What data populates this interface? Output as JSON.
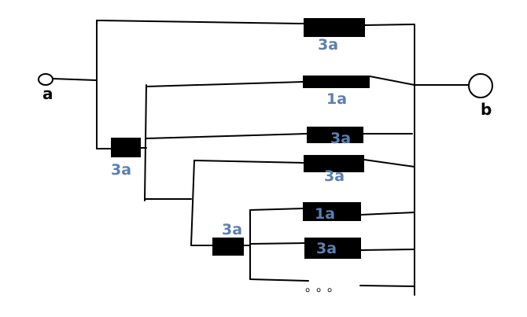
{
  "nodes": {
    "a": "a",
    "b": "b"
  },
  "resistors": [
    {
      "id": "r-top",
      "label": "3a"
    },
    {
      "id": "r-second",
      "label": "1a"
    },
    {
      "id": "r-series-left",
      "label": "3a"
    },
    {
      "id": "r-third",
      "label": "3a"
    },
    {
      "id": "r-fourth",
      "label": "3a"
    },
    {
      "id": "r-series-low",
      "label": "3a"
    },
    {
      "id": "r-fifth",
      "label": "1a"
    },
    {
      "id": "r-sixth",
      "label": "3a"
    }
  ],
  "continuation": "。。。"
}
